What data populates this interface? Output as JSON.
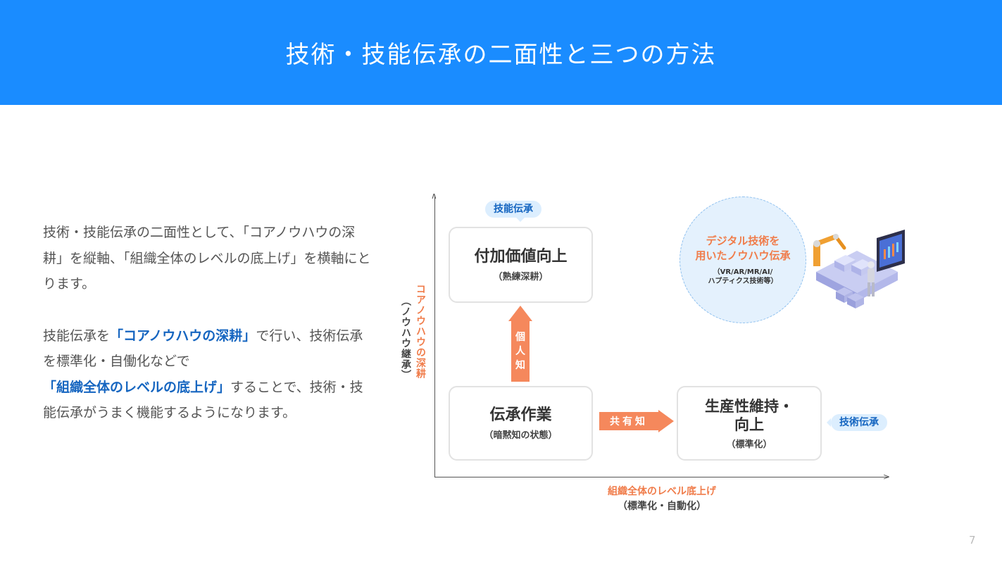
{
  "header": {
    "title": "技術・技能伝承の二面性と三つの方法"
  },
  "body": {
    "p1": "技術・技能伝承の二面性として、「コアノウハウの深耕」を縦軸、「組織全体のレベルの底上げ」を横軸にとります。",
    "p2_a": "技能伝承を",
    "p2_b": "「コアノウハウの深耕」",
    "p2_c": "で行い、技術伝承を標準化・自働化などで",
    "p2_d": "「組織全体のレベルの底上げ」",
    "p2_e": "することで、技術・技能伝承がうまく機能するようになります。"
  },
  "diagram": {
    "y_axis": {
      "main": "コアノウハウの深耕",
      "sub": "（ノウハウ継承）"
    },
    "x_axis": {
      "main": "組織全体のレベル底上げ",
      "sub": "（標準化・自動化）"
    },
    "box_top": {
      "title": "付加価値向上",
      "sub": "（熟練深耕）"
    },
    "box_bottom_left": {
      "title": "伝承作業",
      "sub": "（暗黙知の状態）"
    },
    "box_bottom_right": {
      "title_1": "生産性維持・",
      "title_2": "向上",
      "sub": "（標準化）"
    },
    "pill_top": "技能伝承",
    "pill_right": "技術伝承",
    "arrow_up": [
      "個",
      "人",
      "知"
    ],
    "arrow_right": "共有知",
    "circle": {
      "title_1": "デジタル技術を",
      "title_2": "用いたノウハウ伝承",
      "sub_1": "（VR/AR/MR/AI/",
      "sub_2": "ハプティクス技術等）"
    },
    "illustration_icon": "factory-robot-illustration-icon"
  },
  "colors": {
    "header": "#1a8cff",
    "accent_orange": "#f07c4a",
    "highlight_blue": "#1565c0",
    "pill_bg": "#dceefe"
  },
  "page_number": "7"
}
